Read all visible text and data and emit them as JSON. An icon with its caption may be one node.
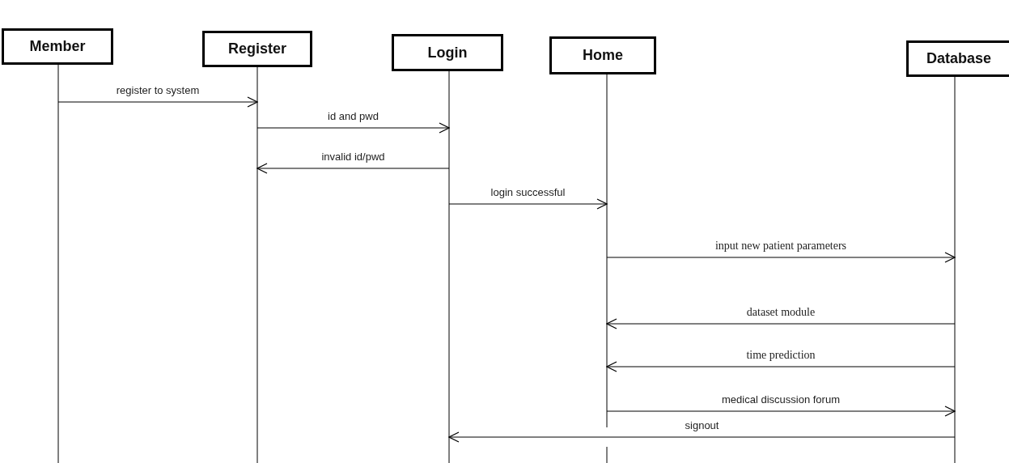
{
  "diagram": {
    "nodes": [
      {
        "text": [
          "Member"
        ]
      },
      {
        "text": [
          "Register"
        ]
      },
      {
        "text": [
          "Login"
        ]
      },
      {
        "text": [
          "Home"
        ]
      },
      {
        "text": [
          "Database"
        ]
      }
    ],
    "edges": [
      {
        "from": 0,
        "to": 1,
        "arrow": "to",
        "label": "register to system"
      },
      {
        "from": 1,
        "to": 2,
        "arrow": "to",
        "label": "id and pwd"
      },
      {
        "from": 2,
        "to": 1,
        "arrow": "to",
        "label": "invalid id/pwd"
      },
      {
        "from": 2,
        "to": 3,
        "arrow": "to",
        "label": "login successful"
      },
      {
        "from": 3,
        "to": 4,
        "arrow": "to",
        "label": "input new patient parameters"
      },
      {
        "from": 4,
        "to": 3,
        "arrow": "to",
        "label": "dataset module"
      },
      {
        "from": 4,
        "to": 3,
        "arrow": "to",
        "label": "time prediction"
      },
      {
        "from": 3,
        "to": 4,
        "arrow": "to",
        "label": "medical discussion forum"
      },
      {
        "from": 4,
        "to": 2,
        "arrow": "to",
        "label": "signout"
      }
    ]
  }
}
